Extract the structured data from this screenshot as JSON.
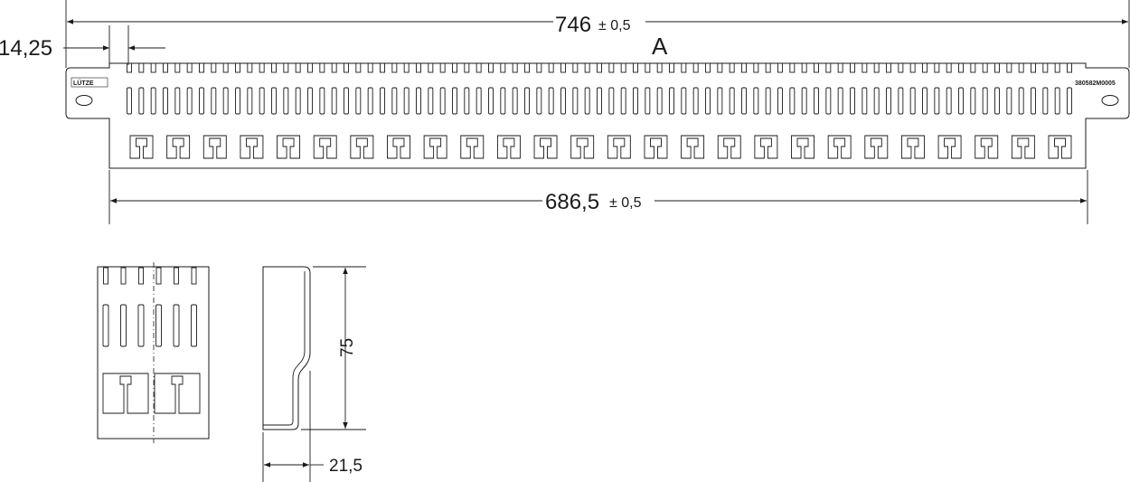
{
  "dimensions": {
    "overall_width": {
      "value": "746",
      "tolerance": "± 0,5"
    },
    "mount_offset": {
      "value": "14,25"
    },
    "inner_width": {
      "value": "686,5",
      "tolerance": "± 0,5"
    },
    "height": {
      "value": "75"
    },
    "depth": {
      "value": "21,5"
    }
  },
  "view_label": "A",
  "panel": {
    "brand": "LÜTZE",
    "part_number": "380582M0005",
    "top_slot_count": 79,
    "long_slot_count": 79,
    "clip_count": 26
  },
  "detail_view": {
    "top_slot_count": 6,
    "long_slot_count": 6,
    "clip_count": 2
  }
}
